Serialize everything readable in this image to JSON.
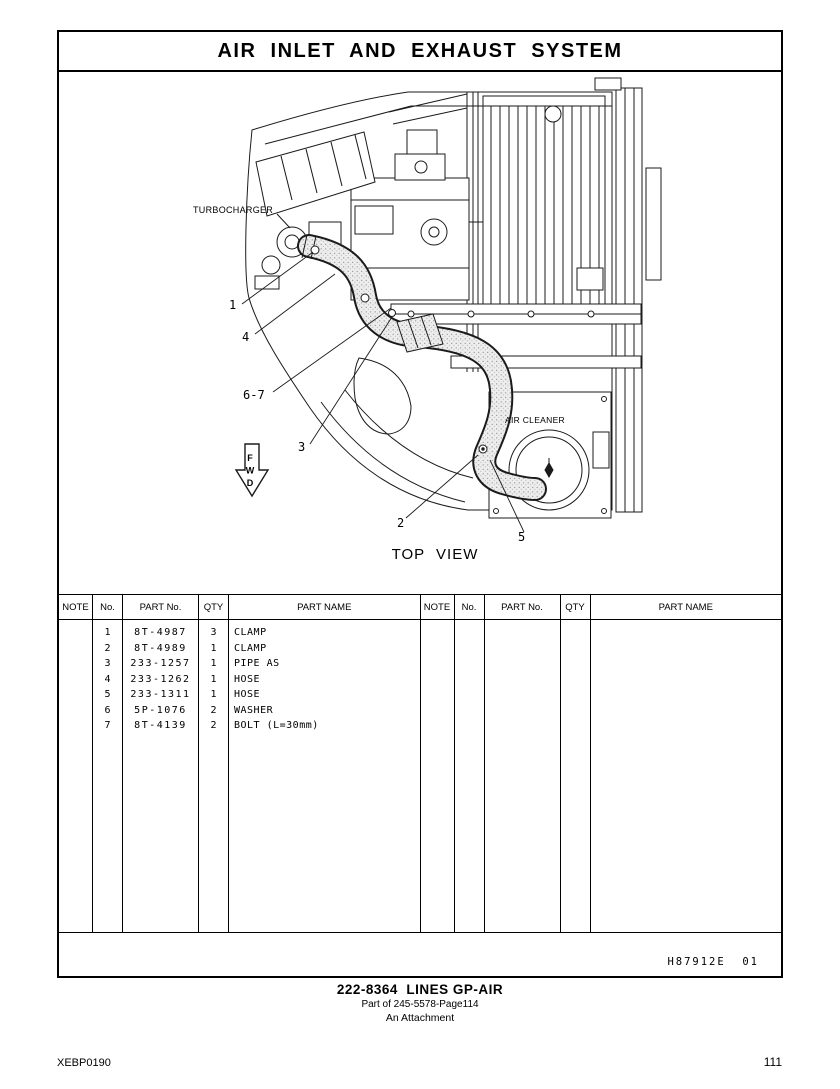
{
  "page": {
    "title": "AIR  INLET  AND  EXHAUST  SYSTEM",
    "doc_code": "H87912E  01",
    "footer": {
      "line1": "222-8364  LINES GP-AIR",
      "line2": "Part of 245-5578-Page114",
      "line3": "An Attachment",
      "left_code": "XEBP0190",
      "page_number": "111"
    }
  },
  "diagram": {
    "caption": "TOP VIEW",
    "labels": {
      "turbocharger": "TURBOCHARGER",
      "air_cleaner": "AIR CLEANER",
      "fwd": "FWD"
    },
    "callouts": {
      "c1": "1",
      "c4": "4",
      "c67": "6-7",
      "c3": "3",
      "c2": "2",
      "c5": "5"
    }
  },
  "table": {
    "headers": [
      "NOTE",
      "No.",
      "PART No.",
      "QTY",
      "PART NAME"
    ],
    "rows": [
      {
        "note": "",
        "no": "1",
        "part_no": "8T-4987",
        "qty": "3",
        "name": "CLAMP"
      },
      {
        "note": "",
        "no": "2",
        "part_no": "8T-4989",
        "qty": "1",
        "name": "CLAMP"
      },
      {
        "note": "",
        "no": "3",
        "part_no": "233-1257",
        "qty": "1",
        "name": "PIPE AS"
      },
      {
        "note": "",
        "no": "4",
        "part_no": "233-1262",
        "qty": "1",
        "name": "HOSE"
      },
      {
        "note": "",
        "no": "5",
        "part_no": "233-1311",
        "qty": "1",
        "name": "HOSE"
      },
      {
        "note": "",
        "no": "6",
        "part_no": "5P-1076",
        "qty": "2",
        "name": "WASHER"
      },
      {
        "note": "",
        "no": "7",
        "part_no": "8T-4139",
        "qty": "2",
        "name": "BOLT (L=30mm)"
      }
    ]
  }
}
